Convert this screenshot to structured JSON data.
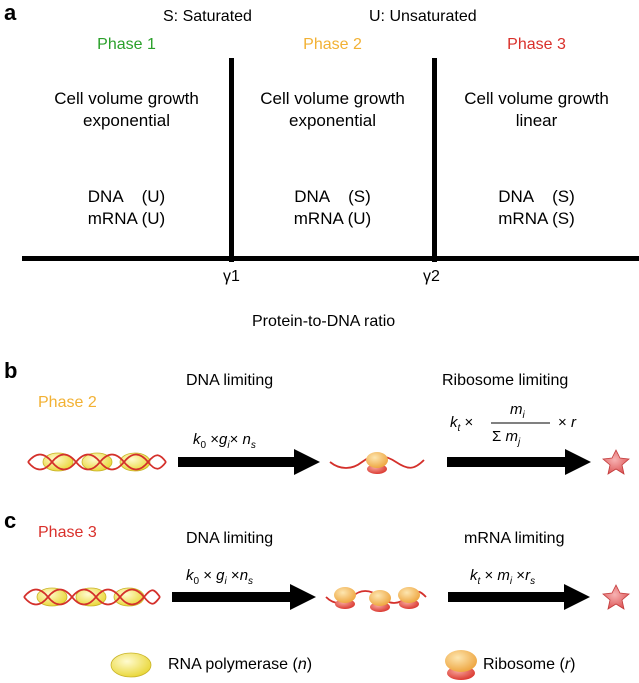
{
  "panel_a": {
    "letter": "a",
    "legend_saturated": "S: Saturated",
    "legend_unsaturated": "U: Unsaturated",
    "phases": [
      {
        "label": "Phase 1",
        "label_color": "#2aa02a",
        "growth_line1": "Cell volume growth",
        "growth_line2": "exponential",
        "dna": "DNA    (U)",
        "mrna": "mRNA (U)",
        "color_top": "#3fae2a",
        "color_bottom": "#ffffff"
      },
      {
        "label": "Phase 2",
        "label_color": "#f2b134",
        "growth_line1": "Cell volume growth",
        "growth_line2": "exponential",
        "dna": "DNA    (S)",
        "mrna": "mRNA (U)",
        "color_top": "#e6e21a",
        "color_bottom": "#ffffff"
      },
      {
        "label": "Phase 3",
        "label_color": "#d9302b",
        "growth_line1": "Cell volume growth",
        "growth_line2": "linear",
        "dna": "DNA    (S)",
        "mrna": "mRNA (S)",
        "color_top": "#e2302e",
        "color_bottom": "#ffffff"
      }
    ],
    "gamma1": "γ1",
    "gamma2": "γ2",
    "xaxis_label": "Protein-to-DNA ratio"
  },
  "panel_b": {
    "letter": "b",
    "phase_label": "Phase 2",
    "phase_color": "#f2b134",
    "step1_title": "DNA limiting",
    "step2_title": "Ribosome limiting"
  },
  "panel_c": {
    "letter": "c",
    "phase_label": "Phase 3",
    "phase_color": "#d9302b",
    "step1_title": "DNA limiting",
    "step2_title": "mRNA limiting"
  },
  "legend": {
    "polymerase": "RNA polymerase (",
    "polymerase_sym": "n",
    "ribosome": "Ribosome (",
    "ribosome_sym": "r"
  },
  "colors": {
    "dna_strand": "#d4302b",
    "polymerase": "#f3e65a",
    "ribosome_top": "#f3b04a",
    "ribosome_bottom": "#e3473a",
    "star": "#e5595a",
    "arrow": "#000000"
  }
}
